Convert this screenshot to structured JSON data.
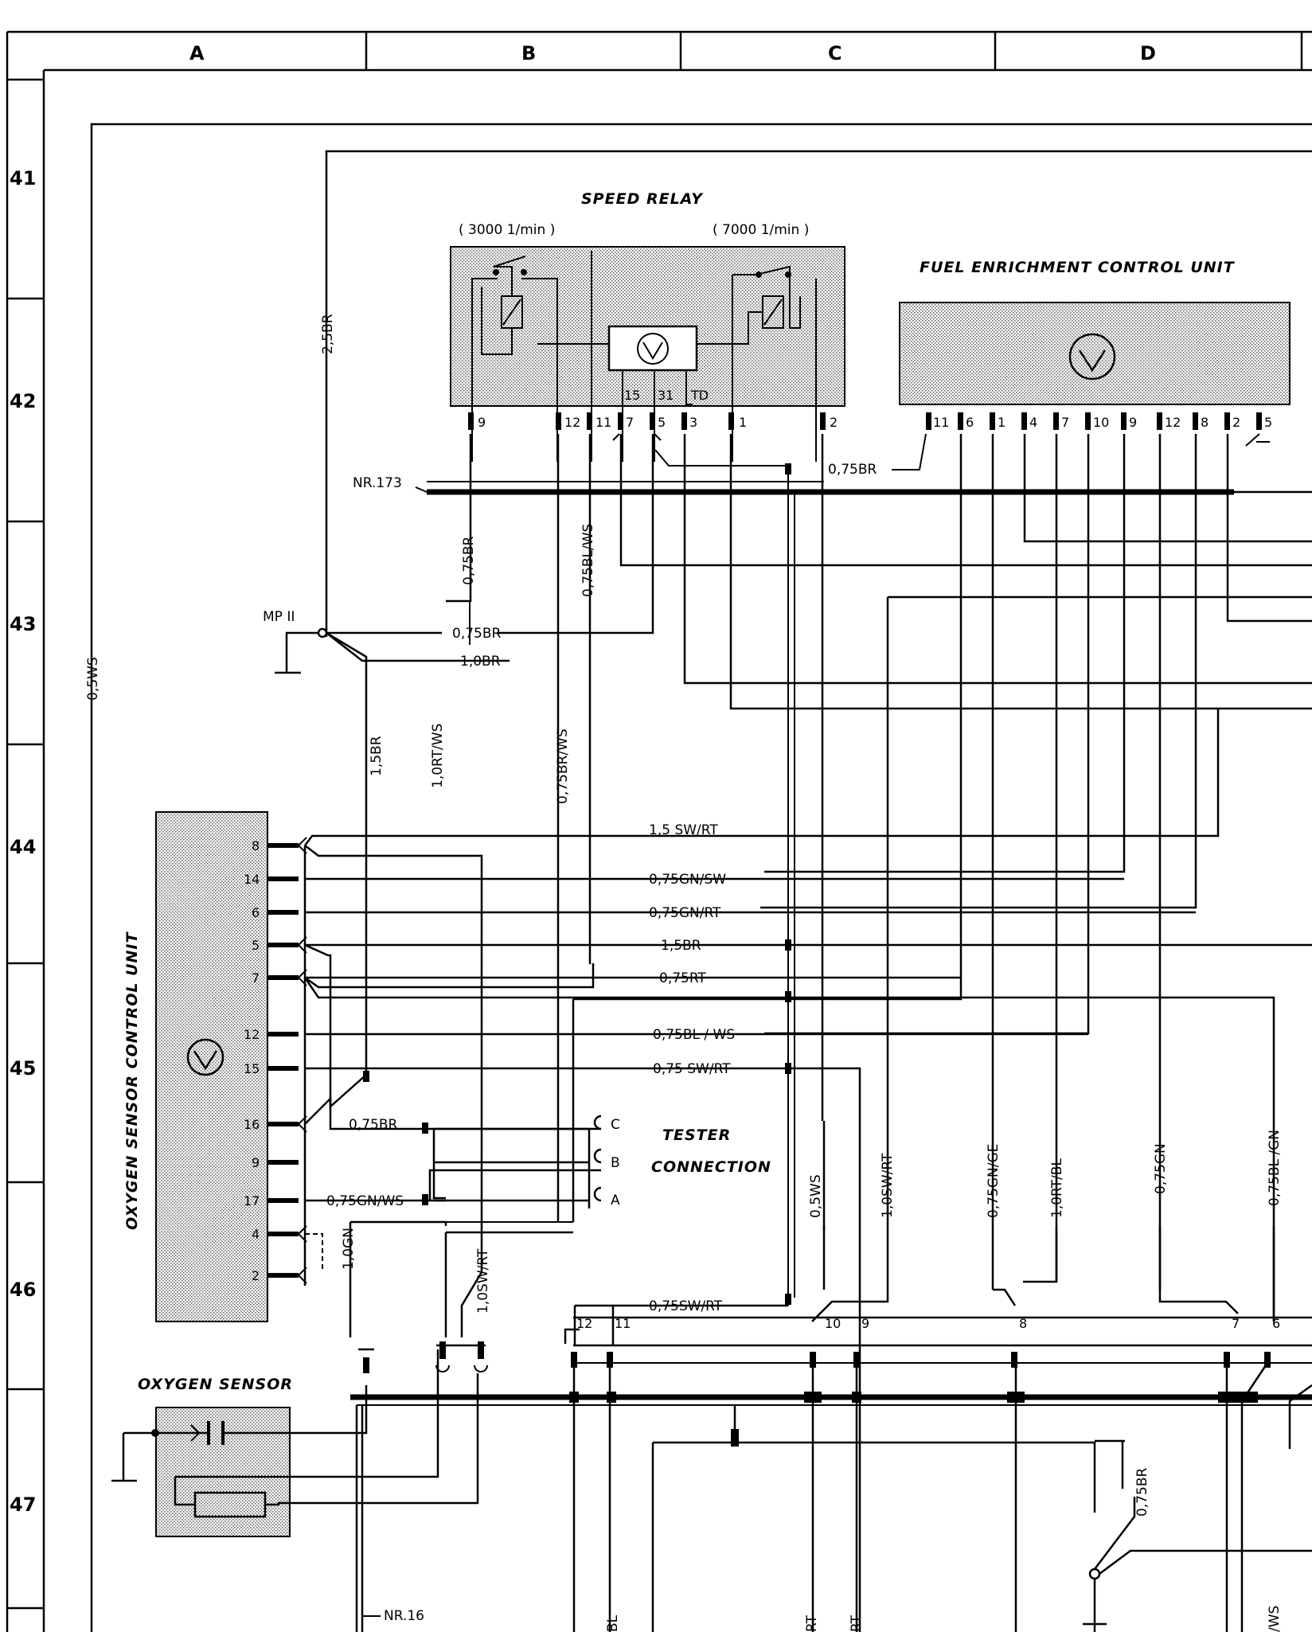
{
  "grid": {
    "columns": [
      "A",
      "B",
      "C",
      "D"
    ],
    "rows": [
      "41",
      "42",
      "43",
      "44",
      "45",
      "46",
      "47"
    ]
  },
  "speed_relay": {
    "title": "SPEED RELAY",
    "left_range": "( 3000  1/min )",
    "right_range": "( 7000  1/min )",
    "inner_labels": [
      "15",
      "31",
      "TD"
    ],
    "pins": [
      "9",
      "12",
      "11",
      "7",
      "5",
      "3",
      "1",
      "2"
    ]
  },
  "fuel_enrichment": {
    "title": "FUEL ENRICHMENT CONTROL UNIT",
    "pins": [
      "11",
      "6",
      "1",
      "4",
      "7",
      "10",
      "9",
      "12",
      "8",
      "2",
      "5"
    ]
  },
  "oxygen_ctrl": {
    "title": "OXYGEN SENSOR CONTROL UNIT",
    "pins": [
      "8",
      "14",
      "6",
      "5",
      "7",
      "12",
      "15",
      "16",
      "9",
      "17",
      "4",
      "2"
    ]
  },
  "oxygen_sensor": {
    "title": "OXYGEN SENSOR"
  },
  "tester": {
    "title_line1": "TESTER",
    "title_line2": "CONNECTION",
    "pins": [
      "C",
      "B",
      "A"
    ]
  },
  "nodes": {
    "nr173": "NR.173",
    "mp2": "MP II",
    "nr16": "NR.16"
  },
  "wires": {
    "w_25br": "2,5BR",
    "w_05ws_left": "0,5WS",
    "w_075br_top": "0,75BR",
    "w_075blws_v": "0,75BL/WS",
    "w_075br_relay": "0,75BR",
    "w_075br_mp": "0,75BR",
    "w_10br_mp": "1,0BR",
    "w_15br_v": "1,5BR",
    "w_10rtws": "1,0RT/WS",
    "w_075brws": "0,75BR/WS",
    "h_15swrt": "1,5 SW/RT",
    "h_075gnsw": "0,75GN/SW",
    "h_075gnrt": "0,75GN/RT",
    "h_15br": "1,5BR",
    "h_075rt": "0,75RT",
    "h_075blws": "0,75BL / WS",
    "h_075swrt": "0,75 SW/RT",
    "h_075br_tester": "0,75BR",
    "h_075gnws": "0,75GN/WS",
    "v_05ws": "0,5WS",
    "v_10swrt_right": "1,0SW/RT",
    "v_075gnge": "0,75GN/GE",
    "v_10rtbl": "1,0RT/BL",
    "v_075gn": "0,75GN",
    "v_075blgn": "0,75BL /GN",
    "v_10gn": "1,0GN",
    "v_10swrt_low": "1,0SW/RT",
    "h_075swrt_low": "0,75SW/RT",
    "v_075br_low": "0,75BR",
    "bottom_partial": [
      "BL",
      "RT",
      "RT",
      "/WS"
    ]
  },
  "connector_pins": [
    "12",
    "11",
    "10",
    "9",
    "8",
    "7",
    "6"
  ]
}
